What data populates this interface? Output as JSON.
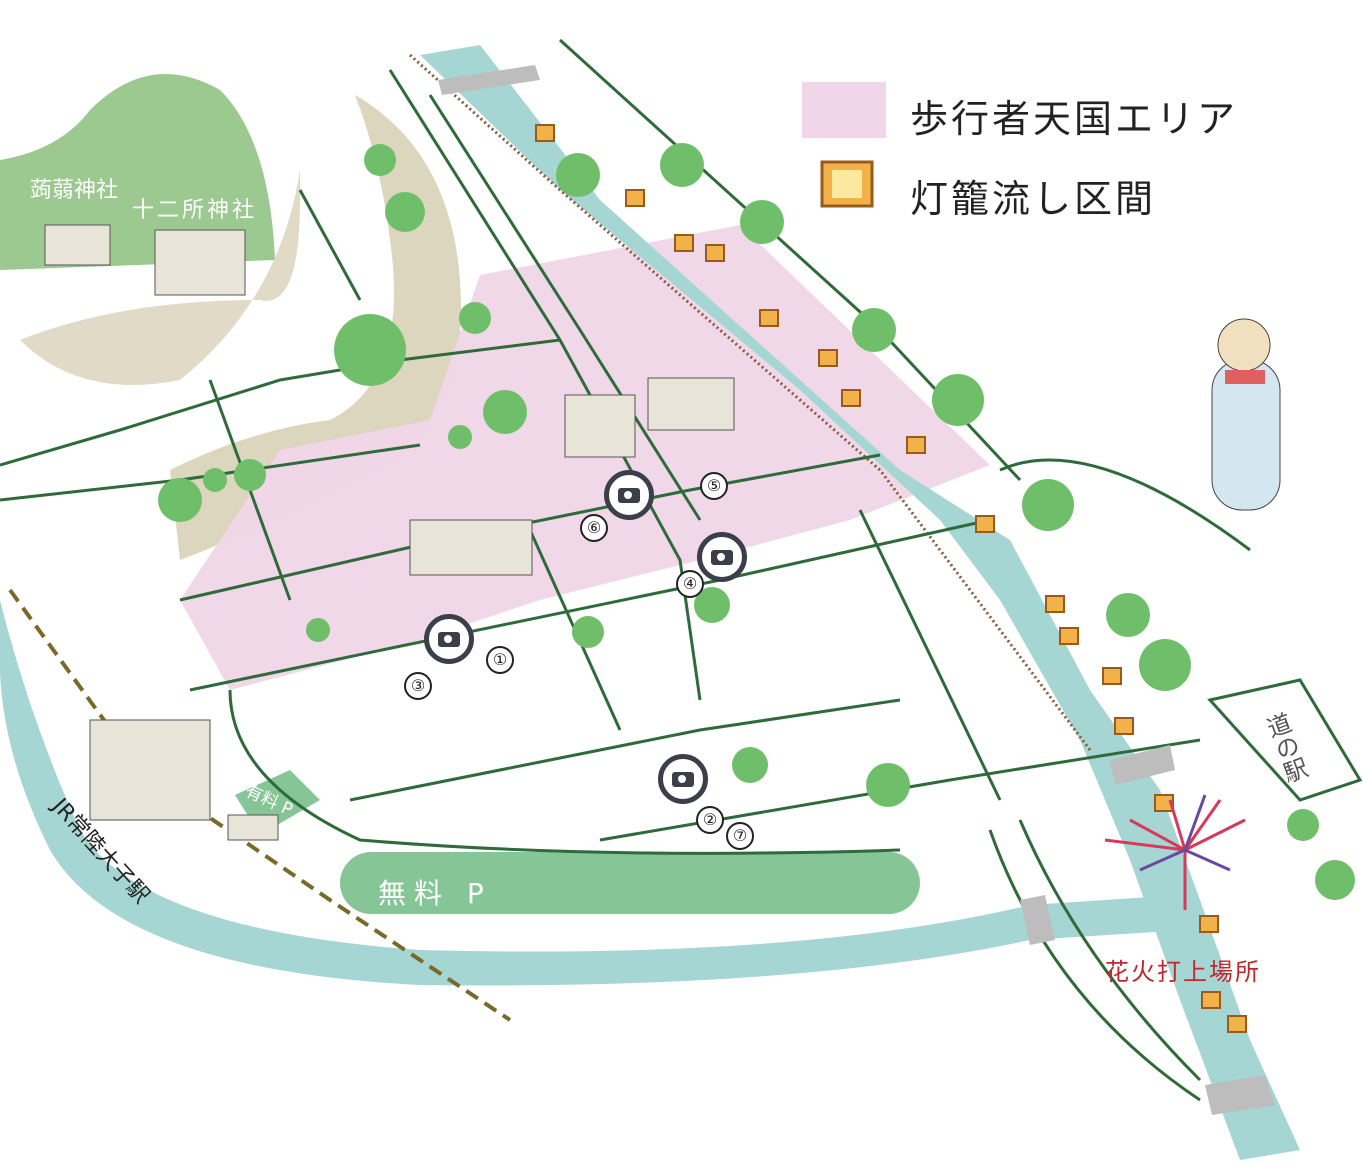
{
  "legend": {
    "pedestrian_area": "歩行者天国エリア",
    "lantern_section": "灯籠流し区間"
  },
  "places": {
    "shrine1": "蒟蒻神社",
    "shrine2": "十二所神社",
    "station": "JR常陸大子駅",
    "paid_parking": "有料 P",
    "free_parking": "無料 P",
    "fireworks": "花火打上場所",
    "roadside_station": "道の駅"
  },
  "photo_spots": [
    "①",
    "②",
    "③",
    "④",
    "⑤",
    "⑥",
    "⑦"
  ],
  "colors": {
    "pedestrian_area": "#f0d6e8",
    "river": "#a6d6d4",
    "road": "#2f6b3a",
    "mountain": "#9bc98f",
    "parking": "#86c595",
    "fireworks_text": "#c0282e"
  }
}
